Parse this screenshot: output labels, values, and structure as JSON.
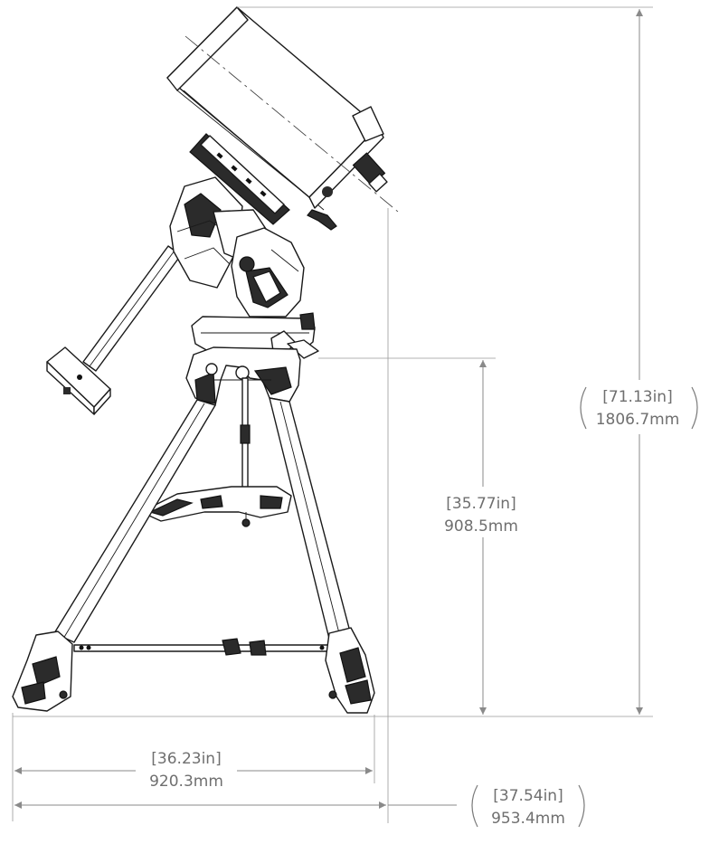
{
  "dimensions": {
    "total_height": {
      "in": "[71.13in]",
      "mm": "1806.7mm",
      "parenthesized": true
    },
    "mount_height": {
      "in": "[35.77in]",
      "mm": "908.5mm",
      "parenthesized": false
    },
    "tripod_width": {
      "in": "[36.23in]",
      "mm": "920.3mm",
      "parenthesized": false
    },
    "overall_width": {
      "in": "[37.54in]",
      "mm": "953.4mm",
      "parenthesized": true
    }
  },
  "colors": {
    "dimension": "#7a7a7a",
    "outline": "#1a1a1a",
    "fill_dark": "#2b2b2b",
    "background": "#ffffff"
  }
}
